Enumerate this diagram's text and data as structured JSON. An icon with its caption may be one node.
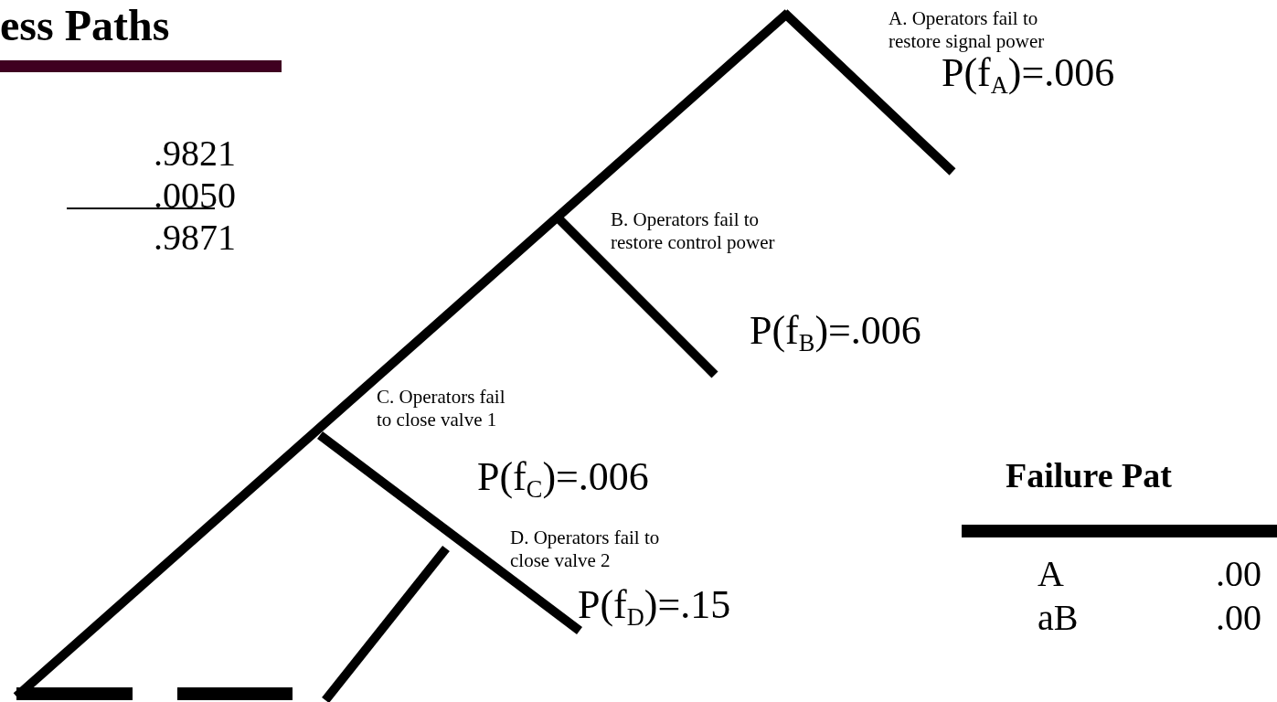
{
  "diagram": {
    "nodes": [
      {
        "text": [
          "A. Operators fail to restore signal power"
        ],
        "beside": [
          "P(f$_{A}$)=.006"
        ]
      },
      {
        "text": [
          "B. Operators fail to restore control power"
        ],
        "beside": [
          "P(f$_{B}$)=.006"
        ]
      },
      {
        "text": [
          "C. Operators fail to close valve 1"
        ],
        "beside": [
          "P(f$_{C}$)=.006"
        ]
      },
      {
        "text": [
          "D. Operators fail to close valve 2"
        ],
        "beside": [
          "P(f$_{D}$)=.15"
        ]
      }
    ],
    "labels": [
      "ess Paths",
      ".9821",
      ".0050",
      ".9871",
      "Failure Pat",
      "A",
      ".00",
      "aB",
      ".00"
    ]
  }
}
